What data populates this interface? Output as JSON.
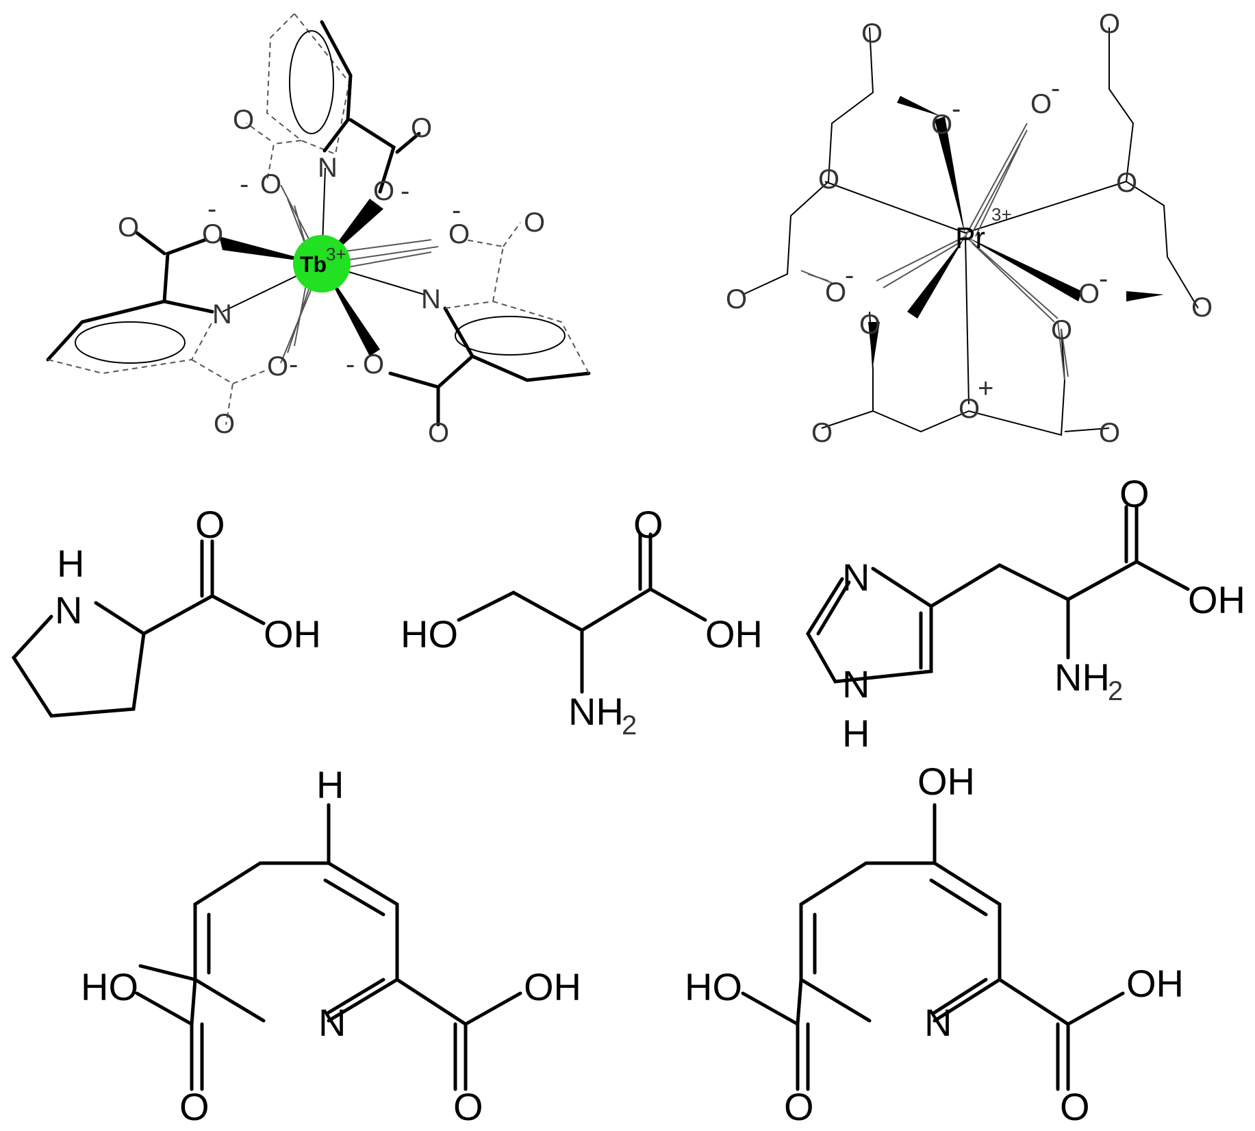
{
  "tb_complex": {
    "ion": "Tb",
    "charge": "3+",
    "ion_color": "#22e022",
    "atoms": {
      "N_top": "N",
      "N_left": "N",
      "N_right": "N",
      "O": "O",
      "neg": "-"
    }
  },
  "pr_complex": {
    "ion": "Pr",
    "charge": "3+",
    "atoms": {
      "O": "O",
      "neg": "-",
      "pos": "+"
    }
  },
  "proline": {
    "H": "H",
    "N": "N",
    "O": "O",
    "OH": "OH"
  },
  "serine": {
    "HO": "HO",
    "O": "O",
    "OH": "OH",
    "NH": "NH",
    "sub2": "2"
  },
  "histidine": {
    "N": "N",
    "NH_bottom": "N",
    "H": "H",
    "O": "O",
    "OH": "OH",
    "NH": "NH",
    "sub2": "2"
  },
  "dipicolinic_acid": {
    "H": "H",
    "N": "N",
    "HO": "HO",
    "OH": "OH",
    "O": "O"
  },
  "chelidamic_acid": {
    "OH_top": "OH",
    "N": "N",
    "HO": "HO",
    "OH": "OH",
    "O": "O"
  }
}
